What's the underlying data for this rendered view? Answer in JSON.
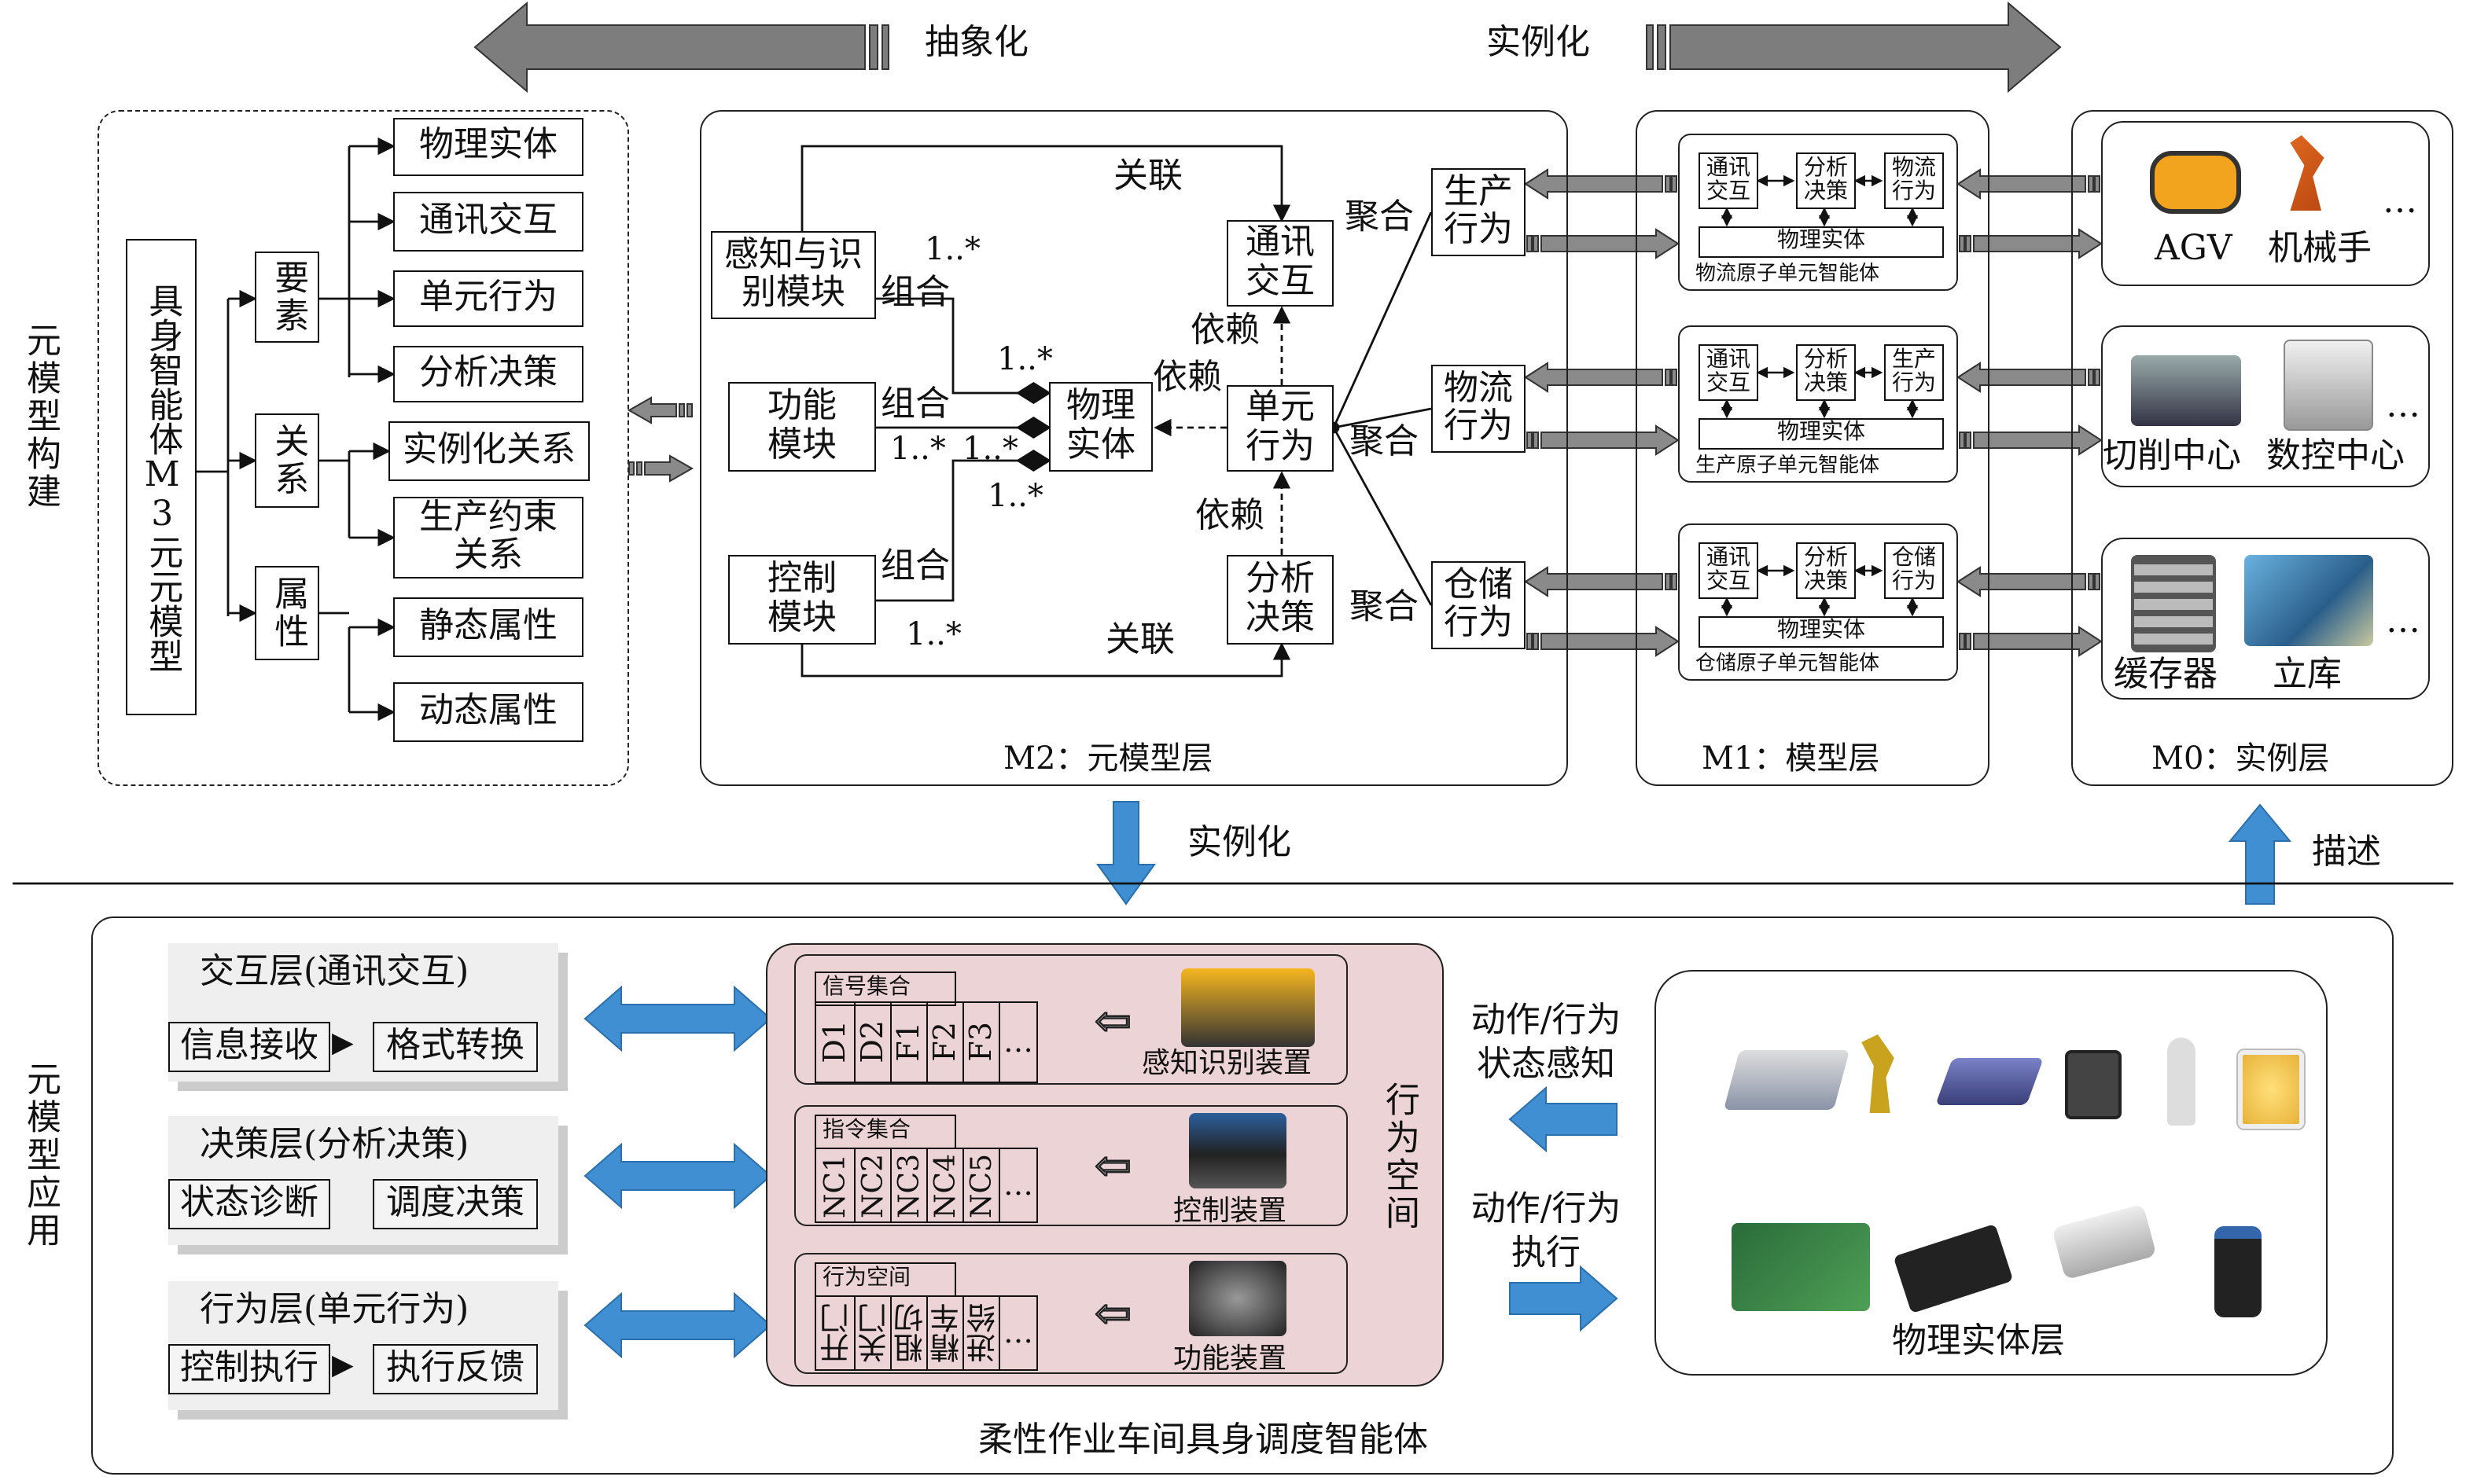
{
  "top_arrows": {
    "abstract": "抽象化",
    "instantiate": "实例化"
  },
  "m3": {
    "side_label": "元模型构建",
    "root": "具身智能体M3元元模型",
    "groups": [
      "要素",
      "关系",
      "属性"
    ],
    "leaves": [
      "物理实体",
      "通讯交互",
      "单元行为",
      "分析决策",
      "实例化关系",
      "生产约束关系",
      "静态属性",
      "动态属性"
    ]
  },
  "m2": {
    "title": "M2：元模型层",
    "modules": {
      "perception": "感知与识别模块",
      "function": "功能模块",
      "control": "控制模块",
      "entity": "物理实体",
      "comm": "通讯交互",
      "unit": "单元行为",
      "decision": "分析决策"
    },
    "edge_labels": {
      "assoc": "关联",
      "compose": "组合",
      "mult": "1..*",
      "depend": "依赖",
      "aggregate": "聚合"
    },
    "behaviors": [
      "生产行为",
      "物流行为",
      "仓储行为"
    ]
  },
  "m1": {
    "title": "M1：模型层",
    "agents": [
      {
        "cells": [
          "通讯交互",
          "分析决策",
          "物流行为"
        ],
        "entity": "物理实体",
        "name": "物流原子单元智能体"
      },
      {
        "cells": [
          "通讯交互",
          "分析决策",
          "生产行为"
        ],
        "entity": "物理实体",
        "name": "生产原子单元智能体"
      },
      {
        "cells": [
          "通讯交互",
          "分析决策",
          "仓储行为"
        ],
        "entity": "物理实体",
        "name": "仓储原子单元智能体"
      }
    ]
  },
  "m0": {
    "title": "M0：实例层",
    "instances": [
      {
        "labels": [
          "AGV",
          "机械手"
        ],
        "more": "…"
      },
      {
        "labels": [
          "切削中心",
          "数控中心"
        ],
        "more": "…"
      },
      {
        "labels": [
          "缓存器",
          "立库"
        ],
        "more": "…"
      }
    ]
  },
  "middle": {
    "instantiate": "实例化",
    "describe": "描述"
  },
  "app": {
    "side_label": "元模型应用",
    "title": "柔性作业车间具身调度智能体",
    "layers": [
      {
        "title": "交互层(通讯交互)",
        "steps": [
          "信息接收",
          "格式转换"
        ]
      },
      {
        "title": "决策层(分析决策)",
        "steps": [
          "状态诊断",
          "调度决策"
        ]
      },
      {
        "title": "行为层(单元行为)",
        "steps": [
          "控制执行",
          "执行反馈"
        ]
      }
    ],
    "space_label": "行为空间",
    "rows": [
      {
        "set": "信号集合",
        "cells": [
          "D1",
          "D2",
          "F1",
          "F2",
          "F3",
          "…"
        ],
        "device": "感知识别装置"
      },
      {
        "set": "指令集合",
        "cells": [
          "NC1",
          "NC2",
          "NC3",
          "NC4",
          "NC5",
          "…"
        ],
        "device": "控制装置"
      },
      {
        "set": "行为空间",
        "cells": [
          "开门",
          "关门",
          "粗切",
          "精车",
          "进给",
          "…"
        ],
        "device": "功能装置"
      }
    ],
    "perceive": "动作/行为状态感知",
    "execute": "动作/行为执行",
    "physical_layer": "物理实体层"
  },
  "colors": {
    "blue_arrow": "#3f8fd2",
    "gray_arrow": "#8a8a8a",
    "pink": "#ecd3d6",
    "red_link": "#e02020"
  }
}
